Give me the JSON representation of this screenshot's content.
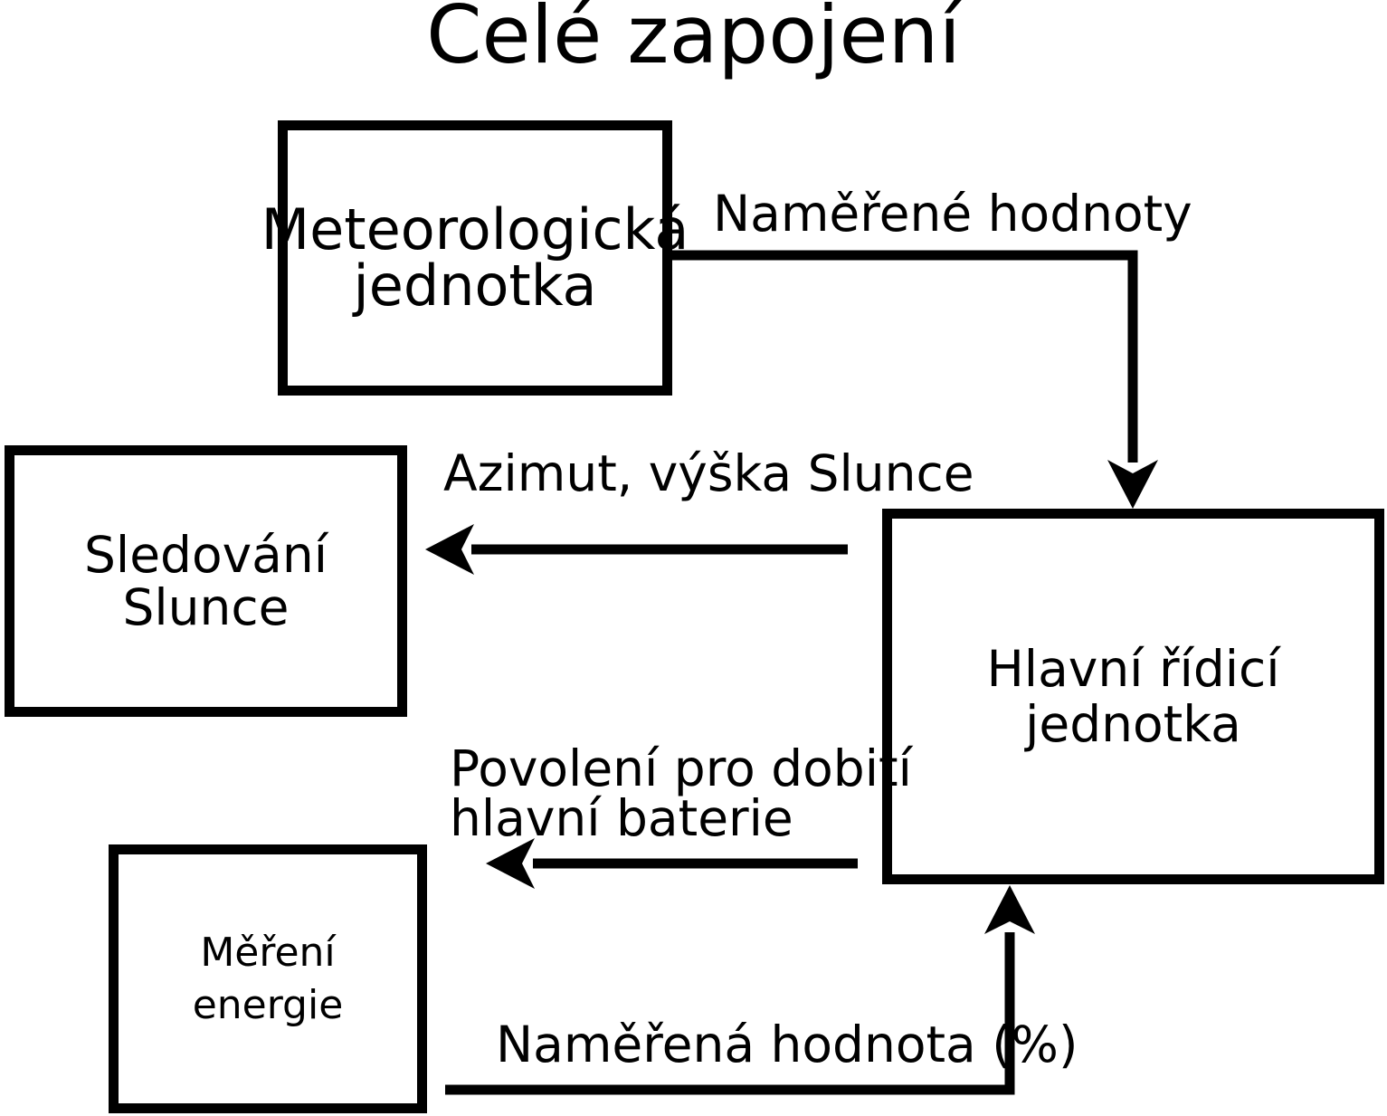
{
  "title": "Celé zapojení",
  "boxes": {
    "meteorological_unit": {
      "label": "Meteorologická\njednotka"
    },
    "sun_tracking": {
      "label": "Sledování\nSlunce"
    },
    "energy_measurement": {
      "label": "Měření\nenergie"
    },
    "main_control_unit": {
      "label": "Hlavní řídicí jednotka"
    }
  },
  "connections": [
    {
      "from": "meteorological_unit",
      "to": "main_control_unit",
      "label": "Naměřené hodnoty"
    },
    {
      "from": "main_control_unit",
      "to": "sun_tracking",
      "label": "Azimut, výška Slunce"
    },
    {
      "from": "main_control_unit",
      "to": "left (battery charging)",
      "label": "Povolení pro dobití\nhlavní baterie"
    },
    {
      "from": "energy_measurement",
      "to": "main_control_unit",
      "label": "Naměřená hodnota (%)"
    }
  ],
  "colors": {
    "background": "#ffffff",
    "line": "#000000",
    "text": "#000000"
  }
}
